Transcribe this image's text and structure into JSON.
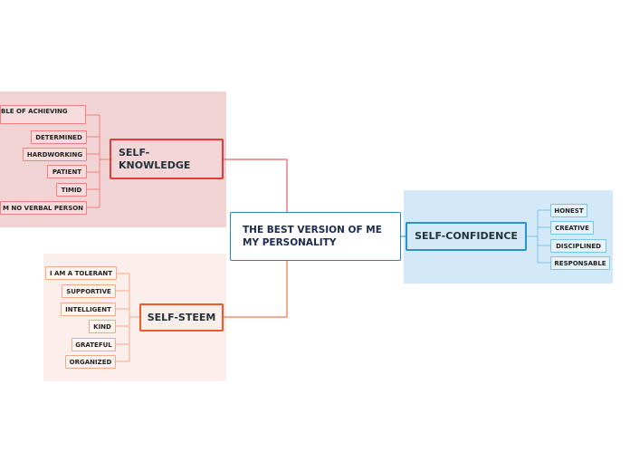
{
  "central": {
    "line1": "THE BEST VERSION OF ME",
    "line2": "MY PERSONALITY"
  },
  "self_knowledge": {
    "line1": "SELF-",
    "line2": "KNOWLEDGE",
    "items": [
      "BLE OF ACHIEVING",
      "DETERMINED",
      "HARDWORKING",
      "PATIENT",
      "TIMID",
      "M NO VERBAL PERSON"
    ]
  },
  "self_steem": {
    "label": "SELF-STEEM",
    "items": [
      "I AM A TOLERANT",
      "SUPPORTIVE",
      "INTELLIGENT",
      "KIND",
      "GRATEFUL",
      "ORGANIZED"
    ]
  },
  "self_confidence": {
    "label": "SELF-CONFIDENCE",
    "items": [
      "HONEST",
      "CREATIVE",
      "DISCIPLINED",
      "RESPONSABLE"
    ]
  },
  "colors": {
    "knowledge": "#e53b3b",
    "steem": "#f0582a",
    "confidence": "#2c92cf",
    "central_border": "#2f84c0"
  }
}
